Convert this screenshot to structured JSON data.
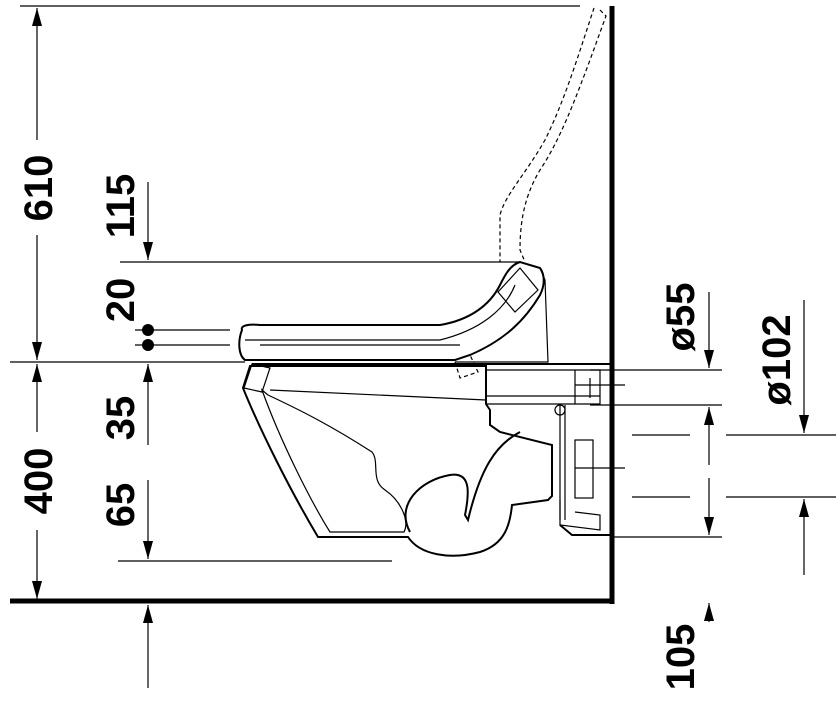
{
  "drawing": {
    "type": "technical side-view dimension drawing",
    "subject": "wall-hung toilet with shower-toilet seat"
  },
  "dimensions": {
    "d610": "610",
    "d115": "115",
    "d20": "20",
    "d35": "35",
    "d400": "400",
    "d65": "65",
    "d55": "ø55",
    "d102": "ø102",
    "d105": "105"
  },
  "colors": {
    "line": "#000000",
    "background": "#ffffff"
  }
}
